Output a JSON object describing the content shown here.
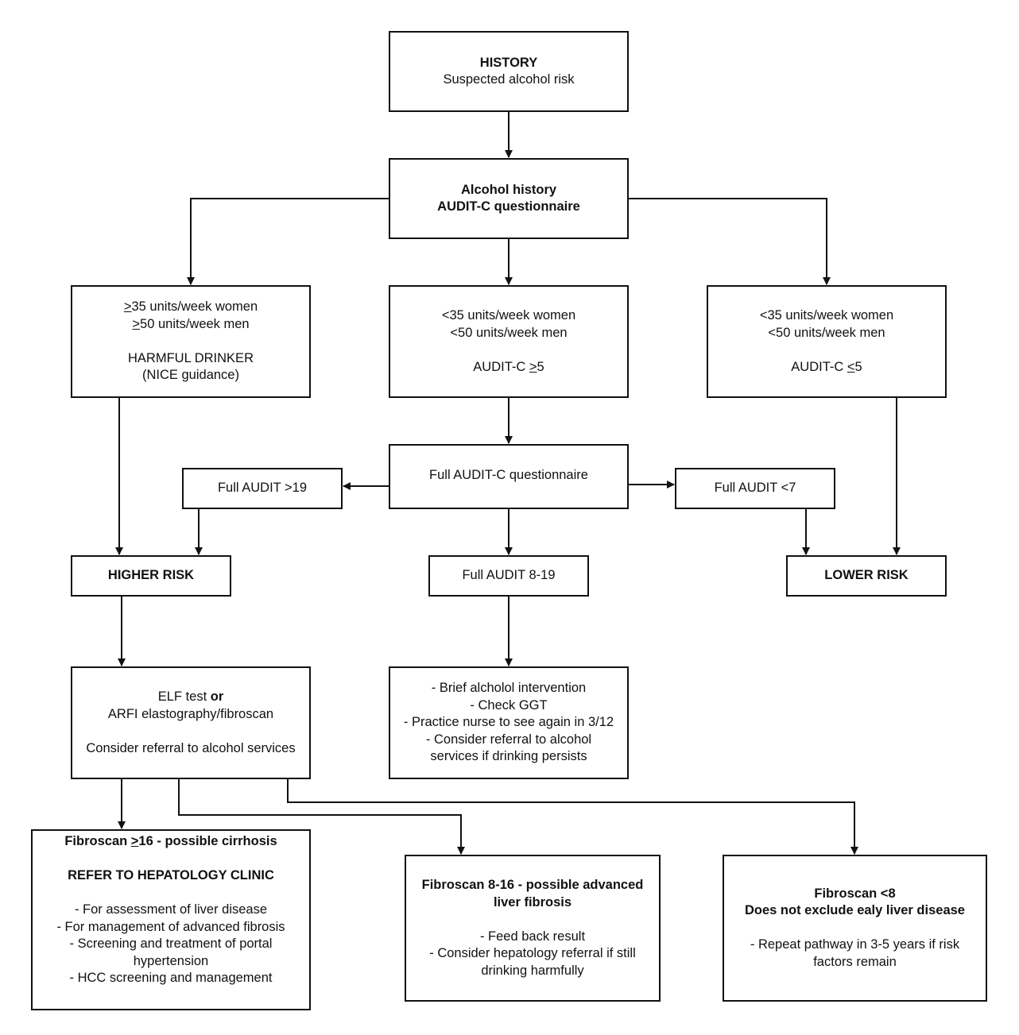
{
  "nodes": {
    "history": {
      "title": "HISTORY",
      "sub": "Suspected alcohol risk"
    },
    "alcohol_history": {
      "line1": "Alcohol history",
      "line2": "AUDIT-C questionnaire"
    },
    "harmful": {
      "l1_sym": ">",
      "l1_rest": "35 units/week women",
      "l2_sym": ">",
      "l2_rest": "50 units/week men",
      "l3": "HARMFUL DRINKER",
      "l4": "(NICE guidance)"
    },
    "mid_units": {
      "l1": "<35 units/week women",
      "l2": "<50 units/week men",
      "audit_pre": "AUDIT-C ",
      "audit_sym": ">",
      "audit_post": "5"
    },
    "right_units": {
      "l1": "<35 units/week women",
      "l2": "<50 units/week men",
      "audit_pre": "AUDIT-C ",
      "audit_sym": "<",
      "audit_post": "5"
    },
    "full_auditc": {
      "label": "Full AUDIT-C questionnaire"
    },
    "audit_gt19": {
      "label": "Full AUDIT >19"
    },
    "audit_lt7": {
      "label": "Full AUDIT <7"
    },
    "higher_risk": {
      "label": "HIGHER RISK"
    },
    "audit_8_19": {
      "label": "Full AUDIT 8-19"
    },
    "lower_risk": {
      "label": "LOWER RISK"
    },
    "elf": {
      "l1_pre": "ELF test ",
      "l1_bold": "or",
      "l2": "ARFI elastography/fibroscan",
      "l3": "Consider referral to alcohol services"
    },
    "brief": {
      "l1": "- Brief alcholol intervention",
      "l2": "- Check GGT",
      "l3": "- Practice nurse to see again in 3/12",
      "l4": "- Consider referral to alcohol",
      "l5": "services if drinking persists"
    },
    "fib_16": {
      "t_pre": "Fibroscan ",
      "t_sym": ">",
      "t_post": "16 - possible cirrhosis",
      "refer": "REFER TO HEPATOLOGY CLINIC",
      "l1": "- For assessment of liver disease",
      "l2": "- For management of advanced fibrosis",
      "l3": "- Screening and treatment of portal",
      "l4": "hypertension",
      "l5": "- HCC screening and management"
    },
    "fib_8_16": {
      "t1": "Fibroscan 8-16 - possible advanced",
      "t2": "liver fibrosis",
      "l1": "- Feed back result",
      "l2": "- Consider hepatology referral if still",
      "l3": "drinking harmfully"
    },
    "fib_lt8": {
      "t1": "Fibroscan <8",
      "t2": "Does not exclude ealy liver disease",
      "l1": "- Repeat pathway in 3-5 years if risk",
      "l2": "factors remain"
    }
  }
}
